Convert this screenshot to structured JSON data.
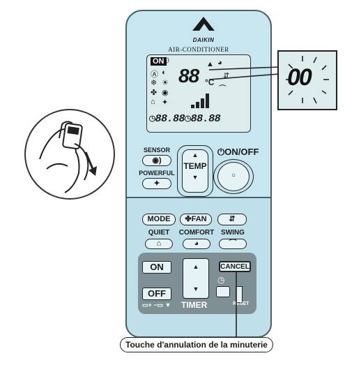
{
  "header": {
    "brand": "DAIKIN",
    "device_label": "AIR-CONDITIONER"
  },
  "lcd": {
    "on_badge": "ON",
    "temperature": "88",
    "temp_unit": "°C",
    "timer_readout": "◷88.88◷88.88"
  },
  "zoom_display": {
    "value": "00"
  },
  "buttons": {
    "sensor": "SENSOR",
    "powerful": "POWERFUL",
    "temp": "TEMP",
    "on_off": "ON/OFF",
    "mode": "MODE",
    "fan": "FAN",
    "quiet": "QUIET",
    "comfort": "COMFORT",
    "swing": "SWING",
    "timer_on": "ON",
    "timer_off": "OFF",
    "timer": "TIMER",
    "cancel": "CANCEL",
    "reset": "RESET"
  },
  "callout": {
    "label": "Touche d'annulation de la minuterie"
  },
  "icons": [
    "power-icon",
    "sun-icon",
    "snowflake-icon",
    "fan-icon",
    "arrow-up-icon",
    "arrow-down-icon",
    "clock-icon",
    "battery-icon",
    "hand-arrow-icon"
  ]
}
